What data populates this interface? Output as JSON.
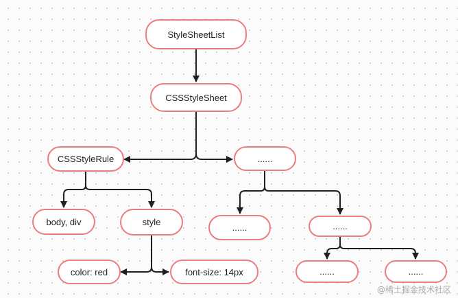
{
  "nodes": {
    "stylesheetlist": "StyleSheetList",
    "cssstylesheet": "CSSStyleSheet",
    "cssstylerule": "CSSStyleRule",
    "ellipsis_right": "......",
    "body_div": "body, div",
    "style": "style",
    "ellipsis_left_mid": "......",
    "ellipsis_right_mid": "......",
    "color_red": "color: red",
    "font_size": "font-size: 14px",
    "ellipsis_bottom_left": "......",
    "ellipsis_bottom_right": "......"
  },
  "colors": {
    "node_border": "#ea7d7d",
    "arrow": "#1f1f1f"
  },
  "watermark": "@稀土掘金技术社区"
}
